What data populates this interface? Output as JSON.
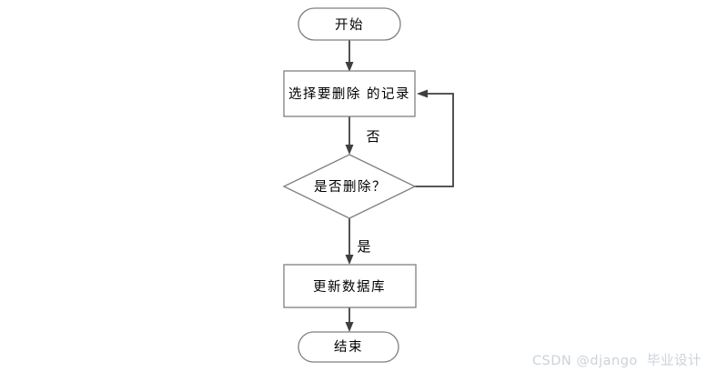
{
  "flowchart": {
    "description": "delete-record flow diagram",
    "nodes": {
      "start": {
        "type": "terminator",
        "label": "开始"
      },
      "select_record": {
        "type": "process",
        "label": "选择要删除 的记录"
      },
      "is_delete": {
        "type": "decision",
        "label": "是否删除？"
      },
      "update_db": {
        "type": "process",
        "label": "更新数据库"
      },
      "end": {
        "type": "terminator",
        "label": "结束"
      }
    },
    "edge_labels": {
      "no": "否",
      "yes": "是"
    },
    "colors": {
      "shape_border": "#7f7f7f",
      "shape_fill": "#ffffff",
      "connector": "#3f3f3f",
      "label_text": "#000000",
      "background": "#ffffff"
    }
  },
  "watermark": {
    "text": "CSDN @django  毕业设计",
    "color": "#ccd2da"
  }
}
